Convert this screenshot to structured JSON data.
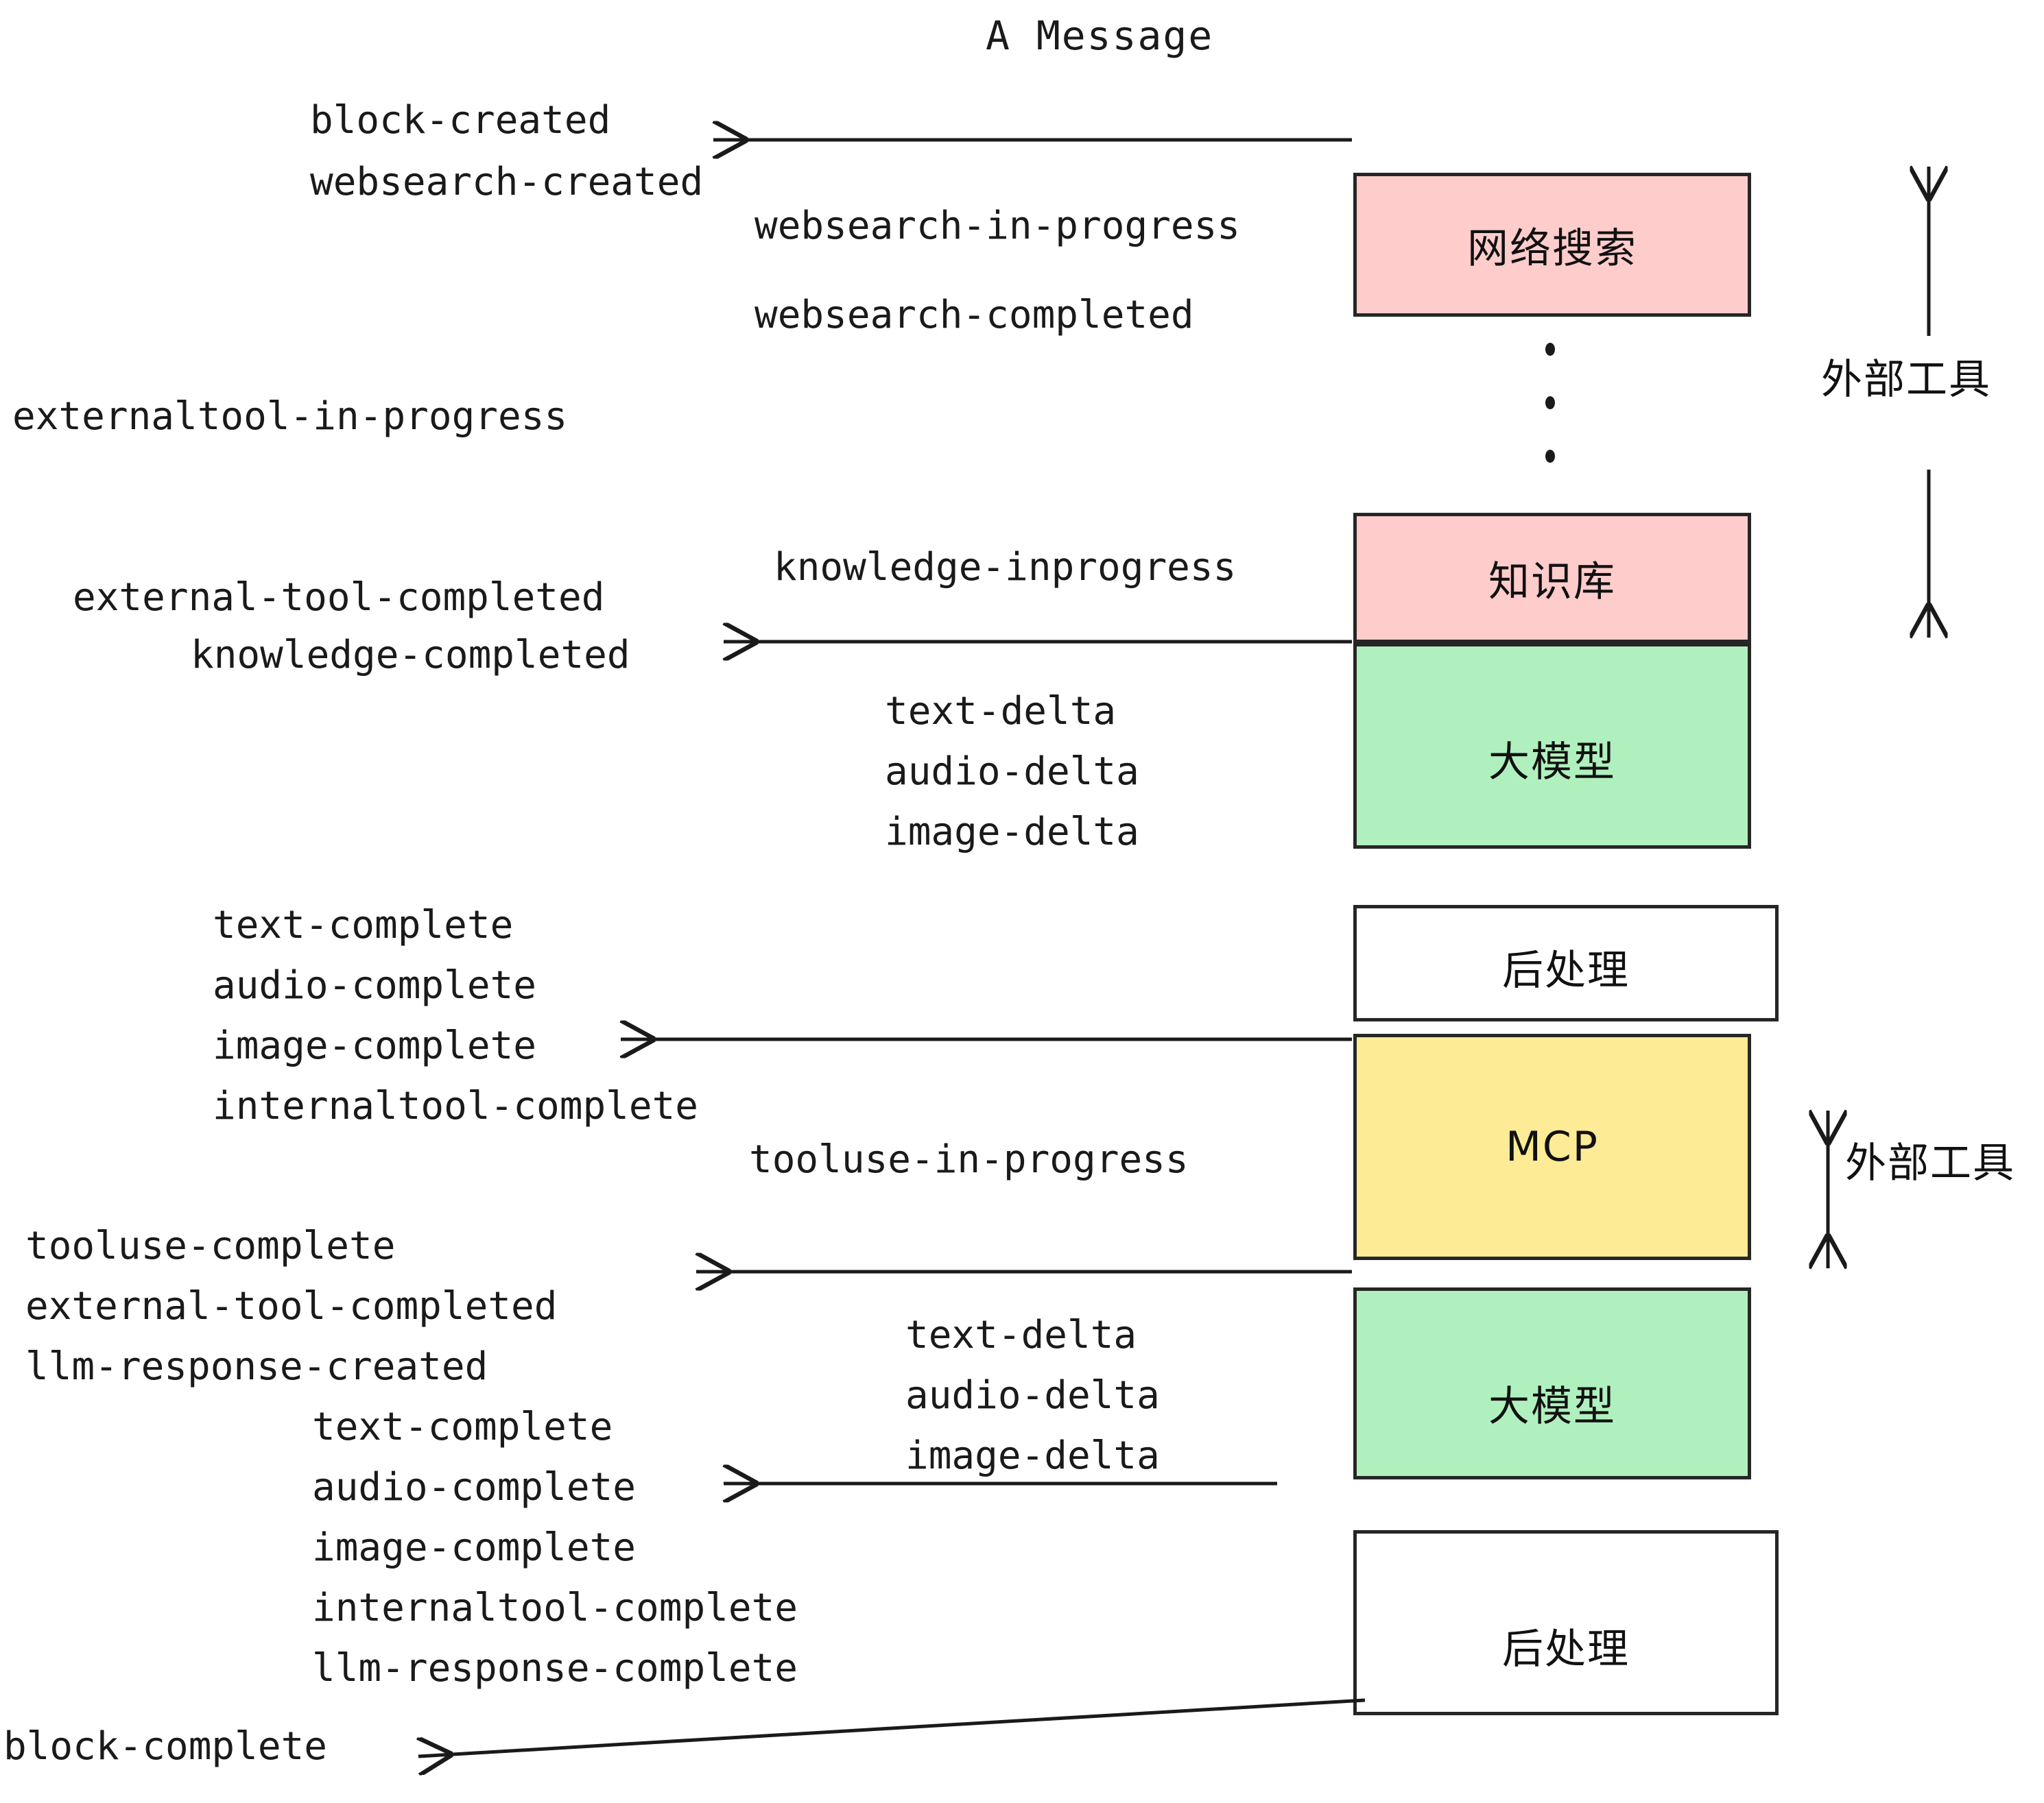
{
  "title": "A Message",
  "colors": {
    "pink": "#ffcccc",
    "green": "#b0f0be",
    "yellow": "#fdeb96",
    "white": "#ffffff",
    "stroke": "#1a1a1a"
  },
  "boxes": [
    {
      "key": "websearch",
      "label": "网络搜索",
      "fill": "pink"
    },
    {
      "key": "knowledge",
      "label": "知识库",
      "fill": "pink"
    },
    {
      "key": "llm_top",
      "label": "大模型",
      "fill": "green"
    },
    {
      "key": "postprocess_top",
      "label": "后处理",
      "fill": "white"
    },
    {
      "key": "mcp",
      "label": "MCP",
      "fill": "yellow"
    },
    {
      "key": "llm_bottom",
      "label": "大模型",
      "fill": "green"
    },
    {
      "key": "postprocess_bot",
      "label": "后处理",
      "fill": "white"
    }
  ],
  "side_labels": [
    {
      "key": "external_tools_top",
      "text": "外部工具"
    },
    {
      "key": "external_tools_bottom",
      "text": "外部工具"
    }
  ],
  "events": {
    "block_created": "block-created",
    "websearch_created": "websearch-created",
    "websearch_in_progress": "websearch-in-progress",
    "websearch_completed": "websearch-completed",
    "externaltool_in_progress": "externaltool-in-progress",
    "knowledge_inprogress": "knowledge-inprogress",
    "external_tool_completed_1": "external-tool-completed",
    "knowledge_completed": "knowledge-completed",
    "text_delta_1": "text-delta",
    "audio_delta_1": "audio-delta",
    "image_delta_1": "image-delta",
    "text_complete_1": "text-complete",
    "audio_complete_1": "audio-complete",
    "image_complete_1": "image-complete",
    "internaltool_complete_1": "internaltool-complete",
    "tooluse_in_progress": "tooluse-in-progress",
    "tooluse_complete": "tooluse-complete",
    "external_tool_completed_2": "external-tool-completed",
    "llm_response_created": "llm-response-created",
    "text_delta_2": "text-delta",
    "audio_delta_2": "audio-delta",
    "image_delta_2": "image-delta",
    "text_complete_2": "text-complete",
    "audio_complete_2": "audio-complete",
    "image_complete_2": "image-complete",
    "internaltool_complete_2": "internaltool-complete",
    "llm_response_complete": "llm-response-complete",
    "block_complete": "block-complete"
  },
  "ellipsis": {
    "count": 3
  }
}
